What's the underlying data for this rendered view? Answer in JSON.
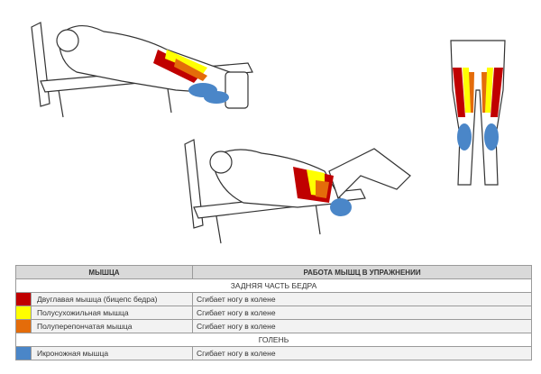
{
  "table": {
    "headers": {
      "muscle": "МЫШЦА",
      "work": "РАБОТА МЫШЦ В УПРАЖНЕНИИ"
    },
    "sections": [
      {
        "title": "ЗАДНЯЯ ЧАСТЬ БЕДРА",
        "rows": [
          {
            "color": "#c00000",
            "muscle": "Двуглавая мышца (бицепс бедра)",
            "work": "Сгибает ногу в колене"
          },
          {
            "color": "#ffff00",
            "muscle": "Полусухожильная мышца",
            "work": "Сгибает ногу в колене"
          },
          {
            "color": "#e46c0a",
            "muscle": "Полуперепончатая мышца",
            "work": "Сгибает ногу в колене"
          }
        ]
      },
      {
        "title": "ГОЛЕНЬ",
        "rows": [
          {
            "color": "#4a86c8",
            "muscle": "Икроножная мышца",
            "work": "Сгибает ногу в колене"
          }
        ]
      }
    ]
  }
}
